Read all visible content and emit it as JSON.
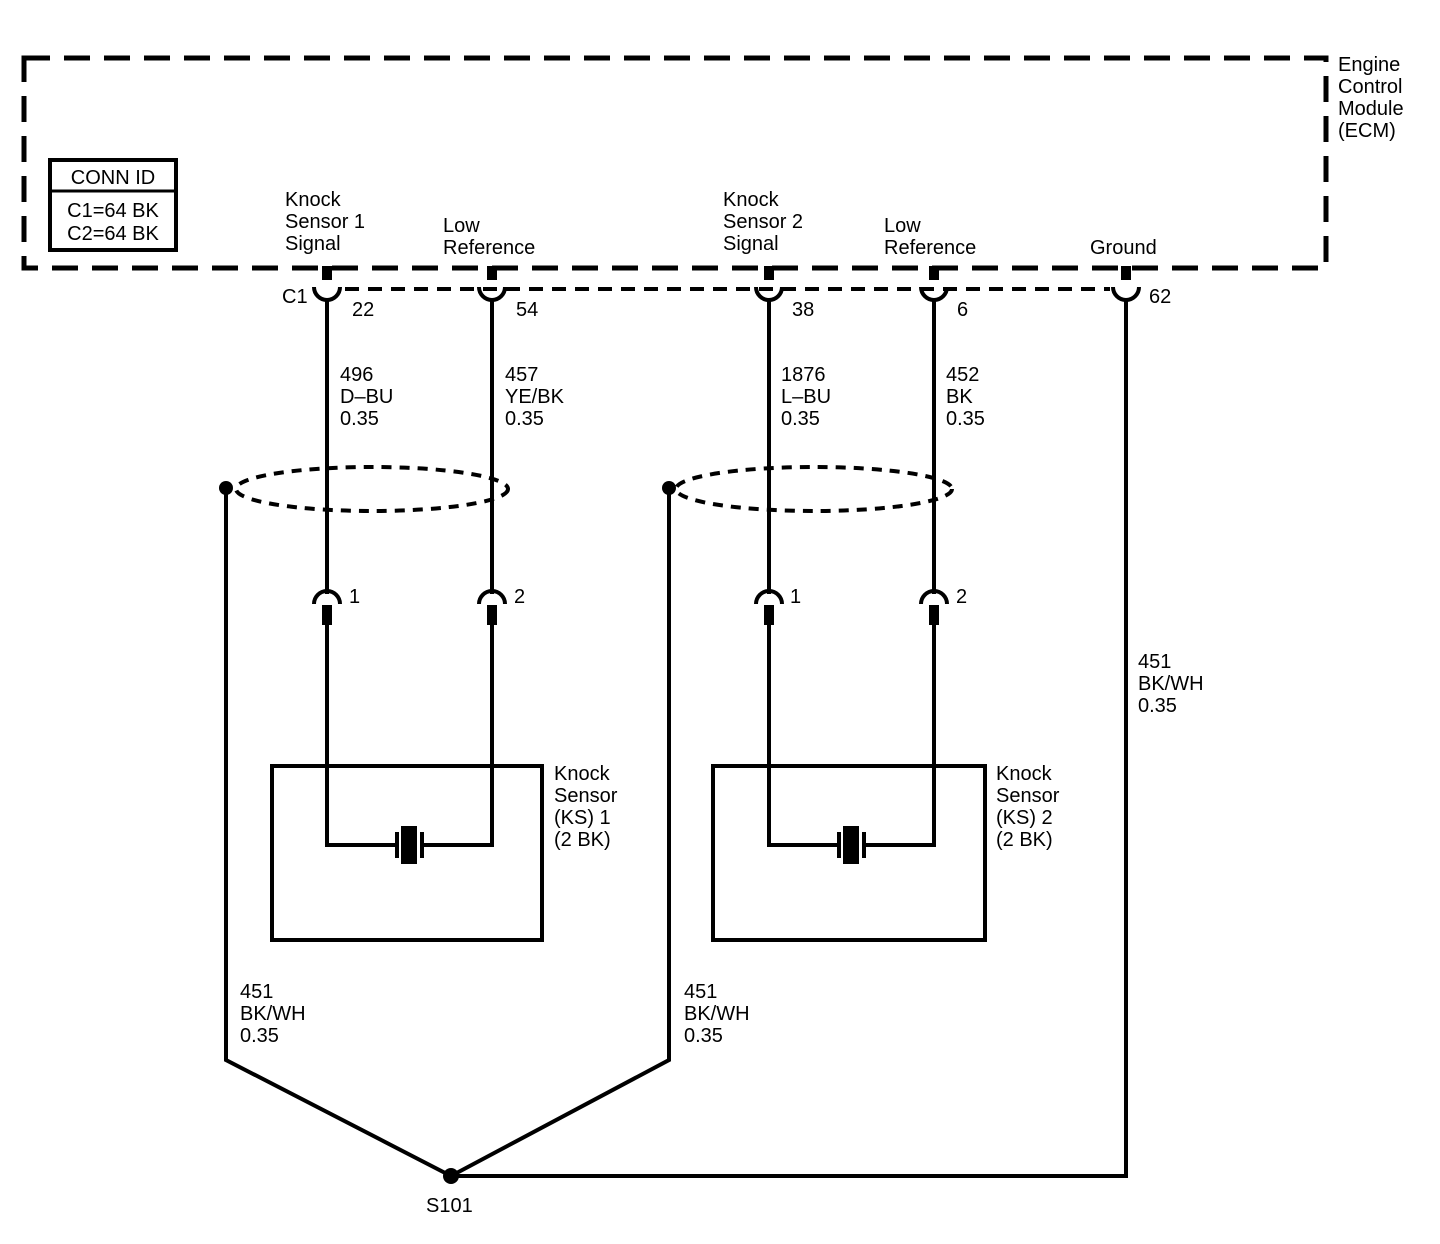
{
  "ecm": {
    "label": [
      "Engine",
      "Control",
      "Module",
      "(ECM)"
    ],
    "conn_id": {
      "title": "CONN ID",
      "lines": [
        "C1=64 BK",
        "C2=64 BK"
      ]
    },
    "connector_label": "C1",
    "pins": [
      {
        "name": [
          "Knock",
          "Sensor 1",
          "Signal"
        ],
        "pin": "22"
      },
      {
        "name": [
          "Low",
          "Reference"
        ],
        "pin": "54"
      },
      {
        "name": [
          "Knock",
          "Sensor 2",
          "Signal"
        ],
        "pin": "38"
      },
      {
        "name": [
          "Low",
          "Reference"
        ],
        "pin": "6"
      },
      {
        "name": [
          "Ground"
        ],
        "pin": "62"
      }
    ]
  },
  "wires": [
    {
      "circuit": "496",
      "color": "D–BU",
      "size": "0.35"
    },
    {
      "circuit": "457",
      "color": "YE/BK",
      "size": "0.35"
    },
    {
      "circuit": "1876",
      "color": "L–BU",
      "size": "0.35"
    },
    {
      "circuit": "452",
      "color": "BK",
      "size": "0.35"
    },
    {
      "circuit": "451",
      "color": "BK/WH",
      "size": "0.35"
    },
    {
      "circuit": "451",
      "color": "BK/WH",
      "size": "0.35"
    },
    {
      "circuit": "451",
      "color": "BK/WH",
      "size": "0.35"
    }
  ],
  "sensors": [
    {
      "label": [
        "Knock",
        "Sensor",
        "(KS) 1",
        "(2 BK)"
      ],
      "pins": [
        "1",
        "2"
      ]
    },
    {
      "label": [
        "Knock",
        "Sensor",
        "(KS) 2",
        "(2 BK)"
      ],
      "pins": [
        "1",
        "2"
      ]
    }
  ],
  "splice": {
    "label": "S101"
  }
}
